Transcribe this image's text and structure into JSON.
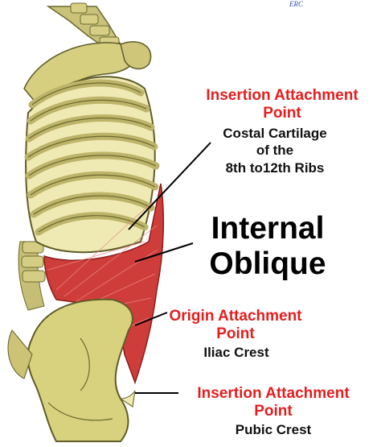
{
  "corner_mark": "ERC",
  "colors": {
    "accent_label": "#e41e1e",
    "bone": "#d8d27e",
    "muscle": "#cf3d3a"
  },
  "labels": {
    "insertion_top": {
      "title": "Insertion Attachment Point",
      "text_lines": [
        "Costal Cartilage",
        "of the",
        "8th to12th Ribs"
      ]
    },
    "muscle_name": [
      "Internal",
      "Oblique"
    ],
    "origin": {
      "title": "Origin Attachment Point",
      "text": "Iliac Crest"
    },
    "insertion_bottom": {
      "title": "Insertion Attachment Point",
      "text": "Pubic Crest"
    }
  }
}
